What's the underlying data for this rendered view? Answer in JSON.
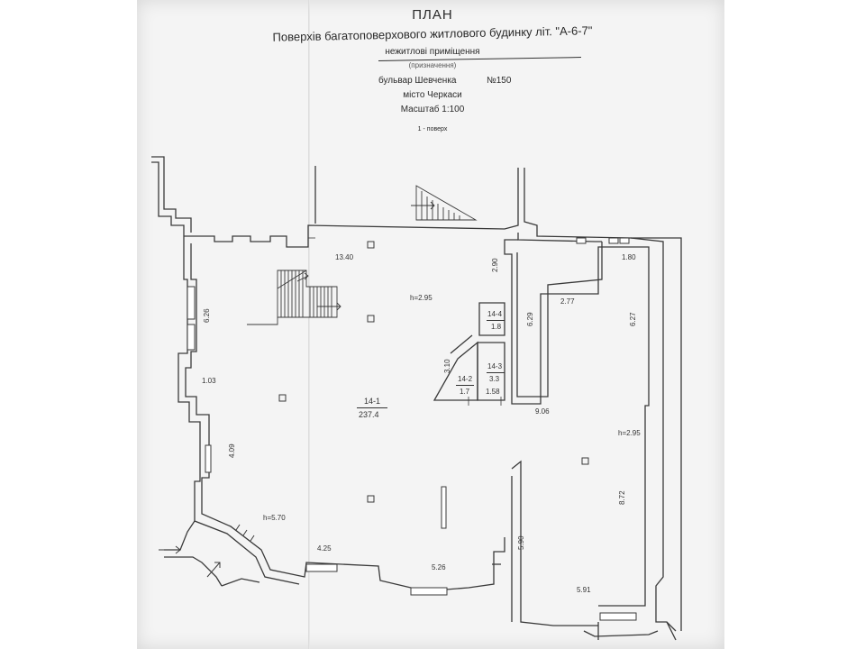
{
  "header": {
    "title": "ПЛАН",
    "subtitle": "Поверхів багатоповерхового житлового будинку літ. \"А-6-7\"",
    "use": "нежитлові приміщення",
    "purpose_note": "(призначення)",
    "street": "бульвар Шевченка",
    "number": "№150",
    "city": "місто Черкаси",
    "scale": "Масштаб 1:100",
    "floor": "1 - поверх"
  },
  "plan": {
    "dims": {
      "d_1340": "13.40",
      "d_626": "6.26",
      "d_103": "1.03",
      "d_409": "4.09",
      "d_h570": "h=5.70",
      "d_425": "4.25",
      "d_526": "5.26",
      "d_290": "2.90",
      "d_h295a": "h=2.95",
      "d_629": "6.29",
      "d_277": "2.77",
      "d_180": "1.80",
      "d_627": "6.27",
      "d_310": "3.10",
      "d_158": "1.58",
      "d_906": "9.06",
      "d_h295b": "h=2.95",
      "d_872": "8.72",
      "d_590": "5.90",
      "d_591": "5.91"
    },
    "rooms": {
      "r144_id": "14-4",
      "r144_area": "1.8",
      "r143_id": "14-3",
      "r143_area": "3.3",
      "r142_id": "14-2",
      "r142_area": "1.7",
      "r141_id": "14-1",
      "r141_area": "237.4"
    }
  }
}
